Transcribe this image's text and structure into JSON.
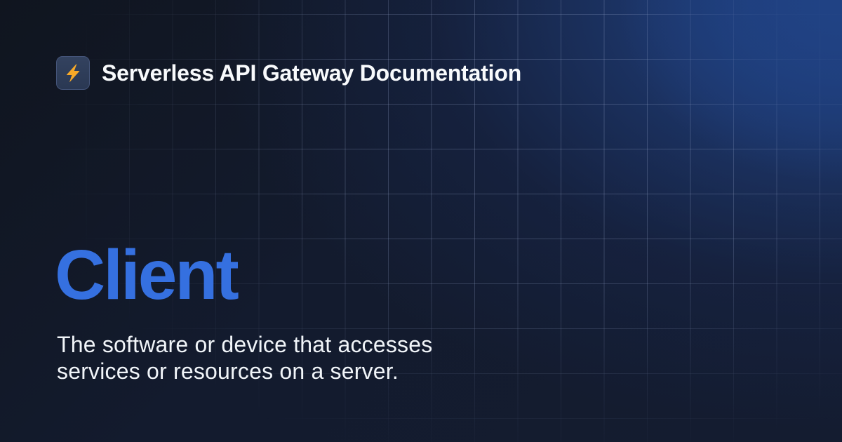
{
  "header": {
    "logo_icon": "lightning-bolt-icon",
    "site_title": "Serverless API Gateway Documentation"
  },
  "main": {
    "term": "Client",
    "definition_lines": [
      "The software or device that accesses",
      "services or resources on a server."
    ]
  },
  "colors": {
    "background_base": "#111827",
    "background_glow": "#1f4080",
    "term_accent": "#3570e0",
    "logo_bolt": "#f7a928",
    "logo_box": "#2f3d5a",
    "text_primary": "#f8fafc"
  }
}
